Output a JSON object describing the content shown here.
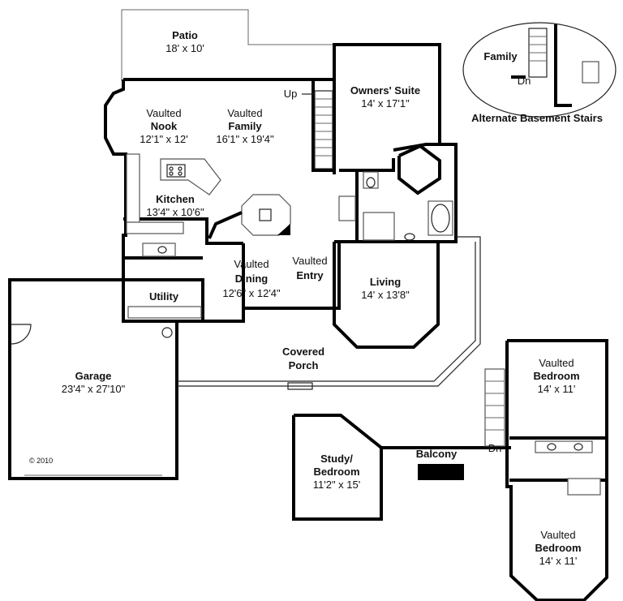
{
  "rooms": {
    "patio": {
      "name": "Patio",
      "dims": "18' x 10'"
    },
    "owners_suite": {
      "name": "Owners' Suite",
      "dims": "14' x 17'1\""
    },
    "nook": {
      "prefix": "Vaulted",
      "name": "Nook",
      "dims": "12'1\" x 12'"
    },
    "family": {
      "prefix": "Vaulted",
      "name": "Family",
      "dims": "16'1\" x 19'4\""
    },
    "kitchen": {
      "name": "Kitchen",
      "dims": "13'4\" x 10'6\""
    },
    "dining": {
      "prefix": "Vaulted",
      "name": "Dining",
      "dims": "12'6\" x 12'4\""
    },
    "entry": {
      "prefix": "Vaulted",
      "name": "Entry"
    },
    "living": {
      "name": "Living",
      "dims": "14' x 13'8\""
    },
    "utility": {
      "name": "Utility"
    },
    "garage": {
      "name": "Garage",
      "dims": "23'4\" x 27'10\""
    },
    "covered_porch": {
      "line1": "Covered",
      "line2": "Porch"
    },
    "study": {
      "line1": "Study/",
      "line2": "Bedroom",
      "dims": "11'2\" x 15'"
    },
    "balcony": {
      "name": "Balcony"
    },
    "bedroom_top": {
      "prefix": "Vaulted",
      "name": "Bedroom",
      "dims": "14' x 11'"
    },
    "bedroom_bottom": {
      "prefix": "Vaulted",
      "name": "Bedroom",
      "dims": "14' x 11'"
    }
  },
  "stairs": {
    "up_label": "Up",
    "dn_label": "Dn"
  },
  "inset": {
    "room": "Family",
    "dn_label": "Dn",
    "caption": "Alternate Basement Stairs"
  },
  "copyright": "© 2010"
}
